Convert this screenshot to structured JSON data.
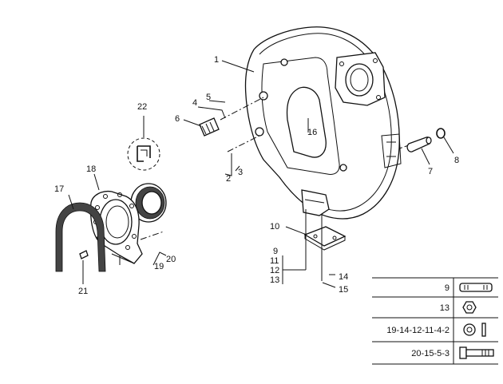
{
  "callouts": {
    "c1": "1",
    "c2": "2",
    "c3": "3",
    "c4": "4",
    "c5": "5",
    "c6": "6",
    "c7": "7",
    "c8": "8",
    "c9": "9",
    "c10": "10",
    "c11": "11",
    "c12": "12",
    "c13": "13",
    "c14": "14",
    "c15": "15",
    "c16": "16",
    "c17": "17",
    "c18": "18",
    "c19": "19",
    "c20": "20",
    "c21": "21",
    "c22": "22"
  },
  "legend": {
    "rows": [
      {
        "label": "9",
        "icon": "stud-icon"
      },
      {
        "label": "13",
        "icon": "hex-nut-icon"
      },
      {
        "label": "19-14-12-11-4-2",
        "icon": "washer-icon"
      },
      {
        "label": "20-15-5-3",
        "icon": "bolt-icon"
      }
    ]
  }
}
